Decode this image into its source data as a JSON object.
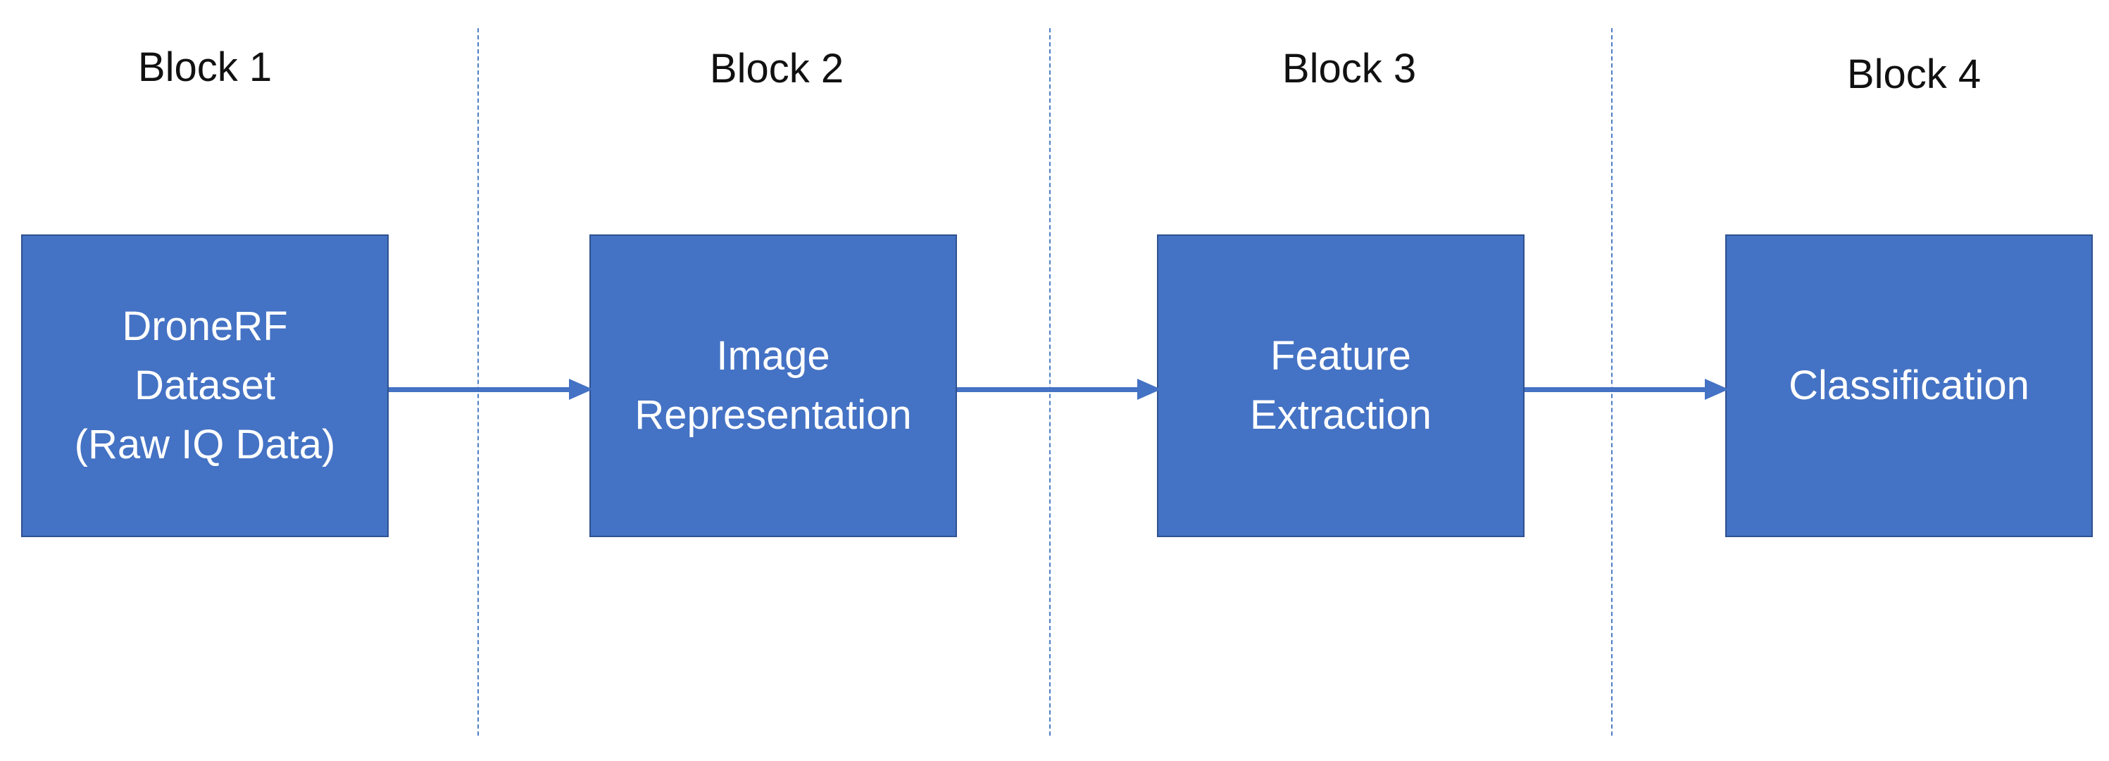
{
  "headings": [
    "Block 1",
    "Block 2",
    "Block 3",
    "Block 4"
  ],
  "boxes": [
    {
      "lines": [
        "DroneRF",
        "Dataset",
        "(Raw IQ Data)"
      ]
    },
    {
      "lines": [
        "Image",
        "Representation"
      ]
    },
    {
      "lines": [
        "Feature",
        "Extraction"
      ]
    },
    {
      "lines": [
        "Classification"
      ]
    }
  ],
  "colors": {
    "box_fill": "#4472c4",
    "box_border": "#2f528f",
    "box_text": "#ffffff",
    "arrow": "#4472c4",
    "divider": "#4f7ec2",
    "heading_text": "#111111"
  }
}
